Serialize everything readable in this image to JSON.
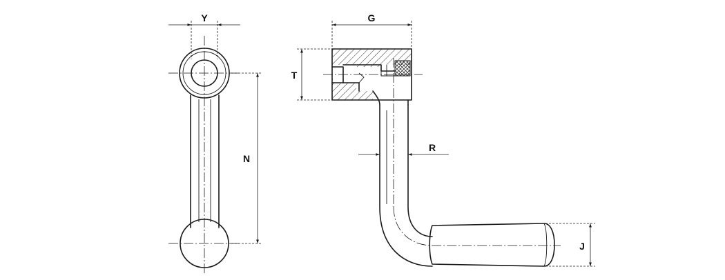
{
  "dimensions": {
    "y": "Y",
    "n": "N",
    "g": "G",
    "t": "T",
    "r": "R",
    "j": "J"
  }
}
